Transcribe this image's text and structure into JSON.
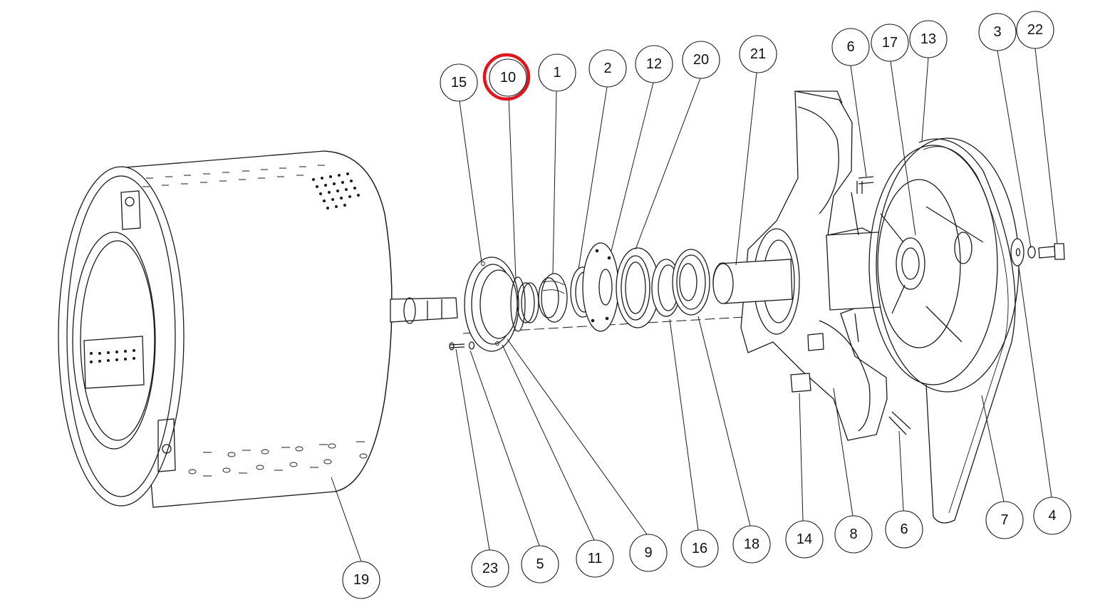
{
  "callouts": [
    {
      "label": "15"
    },
    {
      "label": "10"
    },
    {
      "label": "1"
    },
    {
      "label": "2"
    },
    {
      "label": "12"
    },
    {
      "label": "20"
    },
    {
      "label": "21"
    },
    {
      "label": "6"
    },
    {
      "label": "17"
    },
    {
      "label": "13"
    },
    {
      "label": "3"
    },
    {
      "label": "22"
    },
    {
      "label": "19"
    },
    {
      "label": "23"
    },
    {
      "label": "5"
    },
    {
      "label": "11"
    },
    {
      "label": "9"
    },
    {
      "label": "16"
    },
    {
      "label": "18"
    },
    {
      "label": "14"
    },
    {
      "label": "8"
    },
    {
      "label": "6"
    },
    {
      "label": "7"
    },
    {
      "label": "4"
    }
  ],
  "highlighted_callout": "10",
  "colors": {
    "line": "#1a1a1a",
    "highlight": "#e0161e",
    "background": "#ffffff"
  }
}
